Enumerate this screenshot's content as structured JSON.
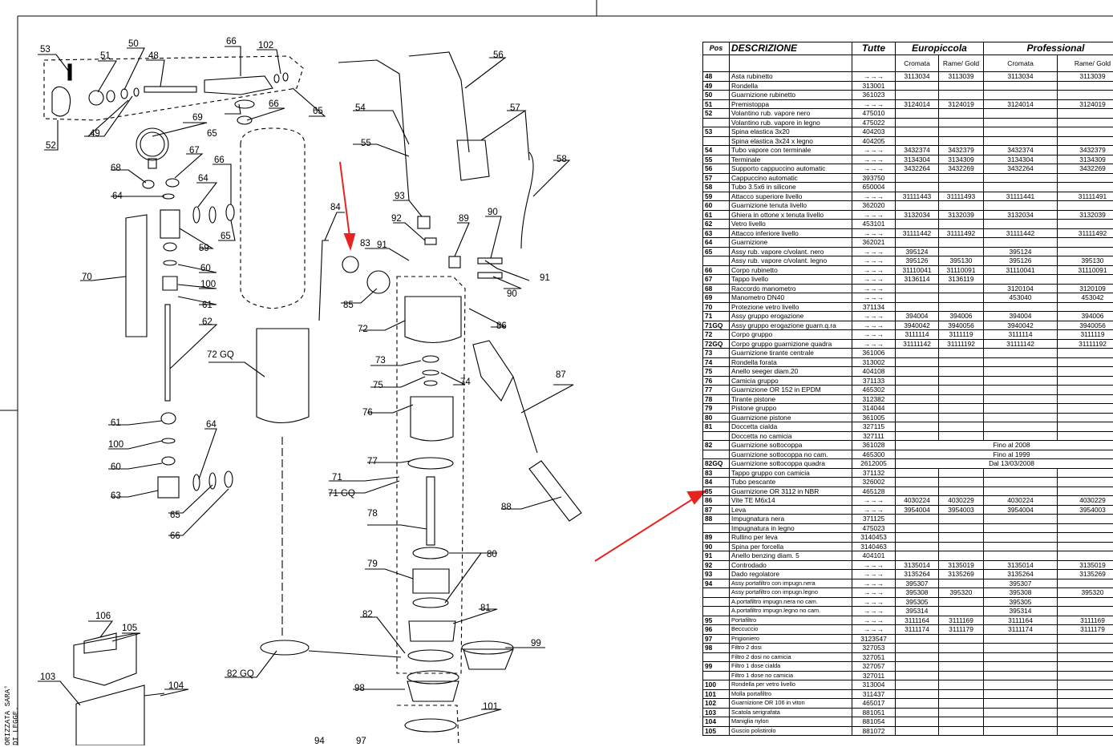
{
  "drawing": {
    "parts": [
      "53",
      "51",
      "50",
      "48",
      "66",
      "102",
      "65",
      "49",
      "52",
      "69",
      "66",
      "65",
      "67",
      "68",
      "64",
      "64",
      "66",
      "59",
      "65",
      "60",
      "100",
      "61",
      "62",
      "70",
      "54",
      "55",
      "56",
      "57",
      "58",
      "93",
      "92",
      "89",
      "90",
      "84",
      "83",
      "91",
      "91",
      "85",
      "86",
      "90",
      "72",
      "72 GQ",
      "73",
      "75",
      "74",
      "76",
      "87",
      "61",
      "64",
      "100",
      "60",
      "63",
      "65",
      "66",
      "77",
      "71",
      "71 GQ",
      "78",
      "88",
      "80",
      "79",
      "81",
      "82",
      "106",
      "105",
      "103",
      "104",
      "82 GQ",
      "99",
      "98",
      "101",
      "94",
      "97"
    ],
    "side_text": [
      "ORIZZATA SARA'",
      "DI LEGGE."
    ]
  },
  "table": {
    "headers": {
      "pos": "Pos",
      "desc": "DESCRIZIONE",
      "all": "Tutte",
      "euro": "Europiccola",
      "prof": "Professional"
    },
    "subheaders": {
      "cromata": "Cromata",
      "rame": "Rame/ Gold"
    },
    "rows": [
      {
        "pos": "48",
        "desc": "Asta rubinetto",
        "tutte": "→→→",
        "ec": "3113034",
        "er": "3113039",
        "pc": "3113034",
        "pr": "3113039"
      },
      {
        "pos": "49",
        "desc": "Rondella",
        "tutte": "313001",
        "ec": "",
        "er": "",
        "pc": "",
        "pr": ""
      },
      {
        "pos": "50",
        "desc": "Guarnizione rubinetto",
        "tutte": "361023",
        "ec": "",
        "er": "",
        "pc": "",
        "pr": ""
      },
      {
        "pos": "51",
        "desc": "Premistoppa",
        "tutte": "→→→",
        "ec": "3124014",
        "er": "3124019",
        "pc": "3124014",
        "pr": "3124019"
      },
      {
        "pos": "52",
        "desc": "Volantino rub. vapore nero",
        "tutte": "475010",
        "ec": "",
        "er": "",
        "pc": "",
        "pr": ""
      },
      {
        "pos": "",
        "desc": "Volantino rub. vapore in legno",
        "tutte": "475022",
        "ec": "",
        "er": "",
        "pc": "",
        "pr": ""
      },
      {
        "pos": "53",
        "desc": "Spina elastica 3x20",
        "tutte": "404203",
        "ec": "",
        "er": "",
        "pc": "",
        "pr": ""
      },
      {
        "pos": "",
        "desc": "Spina elastica 3x24 x legno",
        "tutte": "404205",
        "ec": "",
        "er": "",
        "pc": "",
        "pr": ""
      },
      {
        "pos": "54",
        "desc": "Tubo vapore con terminale",
        "tutte": "→→→",
        "ec": "3432374",
        "er": "3432379",
        "pc": "3432374",
        "pr": "3432379"
      },
      {
        "pos": "55",
        "desc": "Terminale",
        "tutte": "→→→",
        "ec": "3134304",
        "er": "3134309",
        "pc": "3134304",
        "pr": "3134309"
      },
      {
        "pos": "56",
        "desc": "Supporto cappuccino automatic",
        "tutte": "→→→",
        "ec": "3432264",
        "er": "3432269",
        "pc": "3432264",
        "pr": "3432269"
      },
      {
        "pos": "57",
        "desc": "Cappuccino automatic",
        "tutte": "393750",
        "ec": "",
        "er": "",
        "pc": "",
        "pr": ""
      },
      {
        "pos": "58",
        "desc": "Tubo 3.5x6 in silicone",
        "tutte": "650004",
        "ec": "",
        "er": "",
        "pc": "",
        "pr": ""
      },
      {
        "pos": "59",
        "desc": "Attacco superiore livello",
        "tutte": "→→→",
        "ec": "31111443",
        "er": "31111493",
        "pc": "31111441",
        "pr": "31111491"
      },
      {
        "pos": "60",
        "desc": "Guarnizione tenuta livello",
        "tutte": "362020",
        "ec": "",
        "er": "",
        "pc": "",
        "pr": ""
      },
      {
        "pos": "61",
        "desc": "Ghiera in ottone x tenuta livello",
        "tutte": "→→→",
        "ec": "3132034",
        "er": "3132039",
        "pc": "3132034",
        "pr": "3132039"
      },
      {
        "pos": "62",
        "desc": "Vetro livello",
        "tutte": "453101",
        "ec": "",
        "er": "",
        "pc": "",
        "pr": ""
      },
      {
        "pos": "63",
        "desc": "Attacco inferiore livello",
        "tutte": "→→→",
        "ec": "31111442",
        "er": "31111492",
        "pc": "31111442",
        "pr": "31111492"
      },
      {
        "pos": "64",
        "desc": "Guarnizione",
        "tutte": "362021",
        "ec": "",
        "er": "",
        "pc": "",
        "pr": ""
      },
      {
        "pos": "65",
        "desc": "Assy rub. vapore c/volant. nero",
        "tutte": "→→→",
        "ec": "395124",
        "er": "",
        "pc": "395124",
        "pr": ""
      },
      {
        "pos": "",
        "desc": "Assy rub. vapore c/volant. legno",
        "tutte": "→→→",
        "ec": "395126",
        "er": "395130",
        "pc": "395126",
        "pr": "395130"
      },
      {
        "pos": "66",
        "desc": "Corpo rubinetto",
        "tutte": "→→→",
        "ec": "31110041",
        "er": "31110091",
        "pc": "31110041",
        "pr": "31110091"
      },
      {
        "pos": "67",
        "desc": "Tappo livello",
        "tutte": "→→→",
        "ec": "3136114",
        "er": "3136119",
        "pc": "",
        "pr": ""
      },
      {
        "pos": "68",
        "desc": "Raccordo manometro",
        "tutte": "→→→",
        "ec": "",
        "er": "",
        "pc": "3120104",
        "pr": "3120109"
      },
      {
        "pos": "69",
        "desc": "Manometro DN40",
        "tutte": "→→→",
        "ec": "",
        "er": "",
        "pc": "453040",
        "pr": "453042"
      },
      {
        "pos": "70",
        "desc": "Protezione vetro livello",
        "tutte": "371134",
        "ec": "",
        "er": "",
        "pc": "",
        "pr": ""
      },
      {
        "pos": "71",
        "desc": "Assy gruppo erogazione",
        "tutte": "→→→",
        "ec": "394004",
        "er": "394006",
        "pc": "394004",
        "pr": "394006"
      },
      {
        "pos": "71GQ",
        "desc": "Assy gruppo erogazione guarn.q.ra",
        "tutte": "→→→",
        "ec": "3940042",
        "er": "3940056",
        "pc": "3940042",
        "pr": "3940056"
      },
      {
        "pos": "72",
        "desc": "Corpo gruppo",
        "tutte": "→→→",
        "ec": "3111114",
        "er": "3111119",
        "pc": "3111114",
        "pr": "3111119"
      },
      {
        "pos": "72GQ",
        "desc": "Corpo gruppo guarnizione quadra",
        "tutte": "→→→",
        "ec": "31111142",
        "er": "31111192",
        "pc": "31111142",
        "pr": "31111192"
      },
      {
        "pos": "73",
        "desc": "Guarnizione tirante centrale",
        "tutte": "361006",
        "ec": "",
        "er": "",
        "pc": "",
        "pr": ""
      },
      {
        "pos": "74",
        "desc": "Rondella forata",
        "tutte": "313002",
        "ec": "",
        "er": "",
        "pc": "",
        "pr": ""
      },
      {
        "pos": "75",
        "desc": "Anello seeger diam.20",
        "tutte": "404108",
        "ec": "",
        "er": "",
        "pc": "",
        "pr": ""
      },
      {
        "pos": "76",
        "desc": "Camicia gruppo",
        "tutte": "371133",
        "ec": "",
        "er": "",
        "pc": "",
        "pr": ""
      },
      {
        "pos": "77",
        "desc": "Guarnizione OR 152 in EPDM",
        "tutte": "465302",
        "ec": "",
        "er": "",
        "pc": "",
        "pr": ""
      },
      {
        "pos": "78",
        "desc": "Tirante pistone",
        "tutte": "312382",
        "ec": "",
        "er": "",
        "pc": "",
        "pr": ""
      },
      {
        "pos": "79",
        "desc": "Pistone gruppo",
        "tutte": "314044",
        "ec": "",
        "er": "",
        "pc": "",
        "pr": ""
      },
      {
        "pos": "80",
        "desc": "Guarnizione pistone",
        "tutte": "361005",
        "ec": "",
        "er": "",
        "pc": "",
        "pr": ""
      },
      {
        "pos": "81",
        "desc": "Doccetta cialda",
        "tutte": "327115",
        "ec": "",
        "er": "",
        "pc": "",
        "pr": ""
      },
      {
        "pos": "",
        "desc": "Doccetta no camicia",
        "tutte": "327111",
        "ec": "",
        "er": "",
        "pc": "",
        "pr": ""
      },
      {
        "pos": "82",
        "desc": "Guarnizione sottocoppa",
        "tutte": "361028",
        "span": "Fino al 2008"
      },
      {
        "pos": "",
        "desc": "Guarnizione sottocoppa no cam.",
        "tutte": "465300",
        "span": "Fino al 1999"
      },
      {
        "pos": "82GQ",
        "desc": "Guarnizione sottocoppa quadra",
        "tutte": "2612005",
        "span": "Dal 13/03/2008"
      },
      {
        "pos": "83",
        "desc": "Tappo gruppo con camicia",
        "tutte": "371132",
        "ec": "",
        "er": "",
        "pc": "",
        "pr": ""
      },
      {
        "pos": "84",
        "desc": "Tubo pescante",
        "tutte": "326002",
        "ec": "",
        "er": "",
        "pc": "",
        "pr": ""
      },
      {
        "pos": "85",
        "desc": "Guarnizione OR 3112 in NBR",
        "tutte": "465128",
        "ec": "",
        "er": "",
        "pc": "",
        "pr": ""
      },
      {
        "pos": "86",
        "desc": "Vite TE M6x14",
        "tutte": "→→→",
        "ec": "4030224",
        "er": "4030229",
        "pc": "4030224",
        "pr": "4030229"
      },
      {
        "pos": "87",
        "desc": "Leva",
        "tutte": "→→→",
        "ec": "3954004",
        "er": "3954003",
        "pc": "3954004",
        "pr": "3954003"
      },
      {
        "pos": "88",
        "desc": "Impugnatura nera",
        "tutte": "371125",
        "ec": "",
        "er": "",
        "pc": "",
        "pr": ""
      },
      {
        "pos": "",
        "desc": "Impugnatura in legno",
        "tutte": "475023",
        "ec": "",
        "er": "",
        "pc": "",
        "pr": ""
      },
      {
        "pos": "89",
        "desc": "Rullino per leva",
        "tutte": "3140453",
        "ec": "",
        "er": "",
        "pc": "",
        "pr": ""
      },
      {
        "pos": "90",
        "desc": "Spina per forcella",
        "tutte": "3140463",
        "ec": "",
        "er": "",
        "pc": "",
        "pr": ""
      },
      {
        "pos": "91",
        "desc": "Anello benzing diam. 5",
        "tutte": "404101",
        "ec": "",
        "er": "",
        "pc": "",
        "pr": ""
      },
      {
        "pos": "92",
        "desc": "Controdado",
        "tutte": "→→→",
        "ec": "3135014",
        "er": "3135019",
        "pc": "3135014",
        "pr": "3135019"
      },
      {
        "pos": "93",
        "desc": "Dado regolatore",
        "tutte": "→→→",
        "ec": "3135264",
        "er": "3135269",
        "pc": "3135264",
        "pr": "3135269"
      },
      {
        "pos": "94",
        "desc": "Assy portafiltro con impugn.nera",
        "tutte": "→→→",
        "ec": "395307",
        "er": "",
        "pc": "395307",
        "pr": "",
        "small": true
      },
      {
        "pos": "",
        "desc": "Assy portafiltro con impugn.legno",
        "tutte": "→→→",
        "ec": "395308",
        "er": "395320",
        "pc": "395308",
        "pr": "395320",
        "small": true
      },
      {
        "pos": "",
        "desc": "A.portafiltro impugn.nera no cam.",
        "tutte": "→→→",
        "ec": "395305",
        "er": "",
        "pc": "395305",
        "pr": "",
        "small": true
      },
      {
        "pos": "",
        "desc": "A.portafiltro impugn.legno no cam.",
        "tutte": "→→→",
        "ec": "395314",
        "er": "",
        "pc": "395314",
        "pr": "",
        "small": true
      },
      {
        "pos": "95",
        "desc": "Portafiltro",
        "tutte": "→→→",
        "ec": "3111164",
        "er": "3111169",
        "pc": "3111164",
        "pr": "3111169",
        "small": true
      },
      {
        "pos": "96",
        "desc": "Beccuccio",
        "tutte": "→→→",
        "ec": "3111174",
        "er": "3111179",
        "pc": "3111174",
        "pr": "3111179",
        "small": true
      },
      {
        "pos": "97",
        "desc": "Prigioniero",
        "tutte": "3123547",
        "ec": "",
        "er": "",
        "pc": "",
        "pr": "",
        "small": true
      },
      {
        "pos": "98",
        "desc": "Filtro 2 dosi",
        "tutte": "327053",
        "ec": "",
        "er": "",
        "pc": "",
        "pr": "",
        "small": true
      },
      {
        "pos": "",
        "desc": "Filtro 2 dosi  no camicia",
        "tutte": "327051",
        "ec": "",
        "er": "",
        "pc": "",
        "pr": "",
        "small": true
      },
      {
        "pos": "99",
        "desc": "Filtro 1 dose  cialda",
        "tutte": "327057",
        "ec": "",
        "er": "",
        "pc": "",
        "pr": "",
        "small": true
      },
      {
        "pos": "",
        "desc": "Filtro 1 dose  no camicia",
        "tutte": "327011",
        "ec": "",
        "er": "",
        "pc": "",
        "pr": "",
        "small": true
      },
      {
        "pos": "100",
        "desc": "Rondella per vetro livello",
        "tutte": "313004",
        "ec": "",
        "er": "",
        "pc": "",
        "pr": "",
        "small": true
      },
      {
        "pos": "101",
        "desc": "Molla portafiltro",
        "tutte": "311437",
        "ec": "",
        "er": "",
        "pc": "",
        "pr": "",
        "small": true
      },
      {
        "pos": "102",
        "desc": "Guarnizione OR 106 in viton",
        "tutte": "465017",
        "ec": "",
        "er": "",
        "pc": "",
        "pr": "",
        "small": true
      },
      {
        "pos": "103",
        "desc": "Scatola serigrafata",
        "tutte": "881051",
        "ec": "",
        "er": "",
        "pc": "",
        "pr": "",
        "small": true
      },
      {
        "pos": "104",
        "desc": "Maniglia nylon",
        "tutte": "881054",
        "ec": "",
        "er": "",
        "pc": "",
        "pr": "",
        "small": true
      },
      {
        "pos": "105",
        "desc": "Guscio polistirolo",
        "tutte": "881072",
        "ec": "",
        "er": "",
        "pc": "",
        "pr": "",
        "small": true
      }
    ]
  },
  "colors": {
    "arrow": "#e8231f",
    "line": "#000000"
  }
}
